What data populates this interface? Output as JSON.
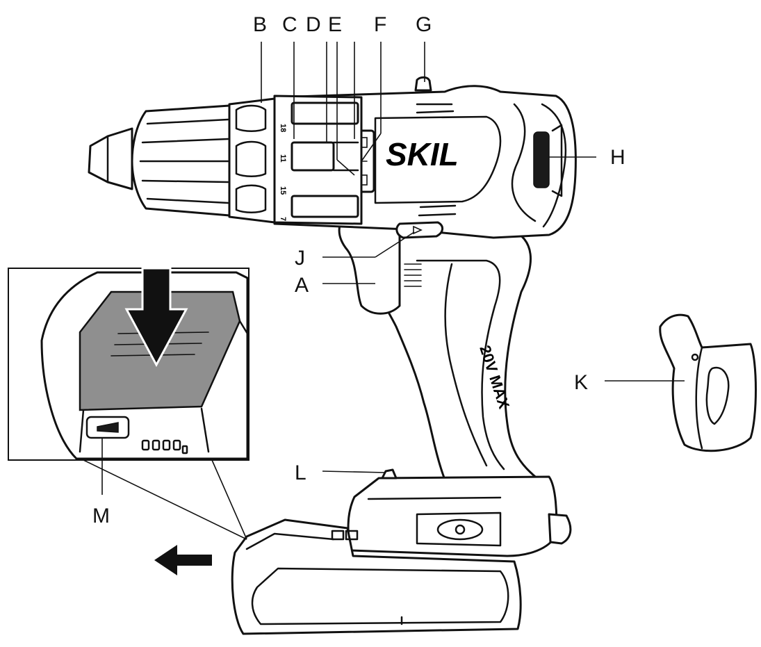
{
  "callouts": {
    "B": "B",
    "C": "C",
    "D": "D",
    "E": "E",
    "F": "F",
    "G": "G",
    "H": "H",
    "J": "J",
    "A": "A",
    "K": "K",
    "L": "L",
    "M": "M"
  },
  "brand": "SKIL",
  "handle_text": "20V MAX",
  "torque_marks": [
    "18",
    "11",
    "15",
    "7"
  ],
  "icons": [
    "drill-body-illustration",
    "belt-clip-illustration",
    "battery-pack-illustration",
    "inset-detail-illustration",
    "arrow-left-icon",
    "arrow-down-icon"
  ],
  "colors": {
    "line": "#111111",
    "release_button": "#8f8f8f",
    "background": "#ffffff"
  }
}
